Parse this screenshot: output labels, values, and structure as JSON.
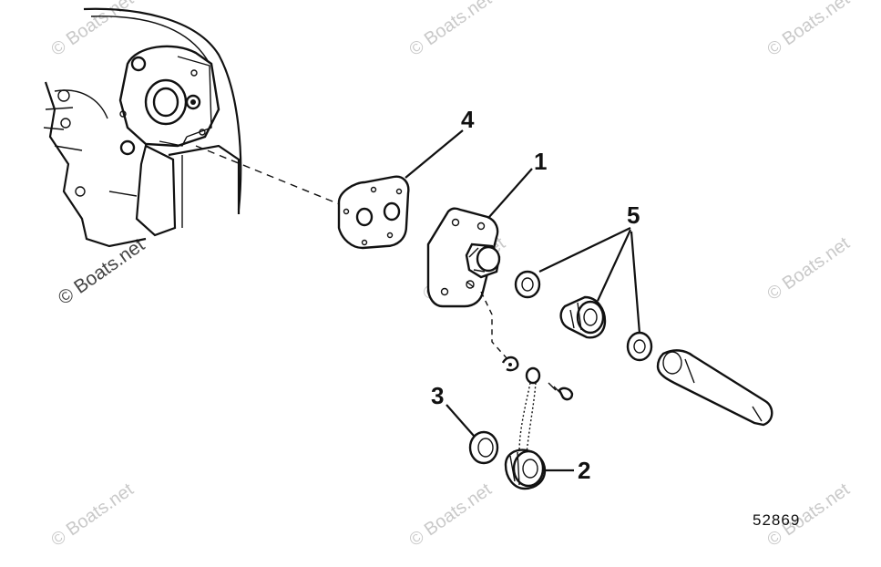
{
  "callouts": {
    "part_1": "1",
    "part_2": "2",
    "part_3": "3",
    "part_4": "4",
    "part_5": "5"
  },
  "drawing_number": "52869",
  "watermark": "© Boats.net",
  "colors": {
    "ink": "#111111",
    "watermark": "#c9c9c9",
    "background": "#ffffff"
  }
}
